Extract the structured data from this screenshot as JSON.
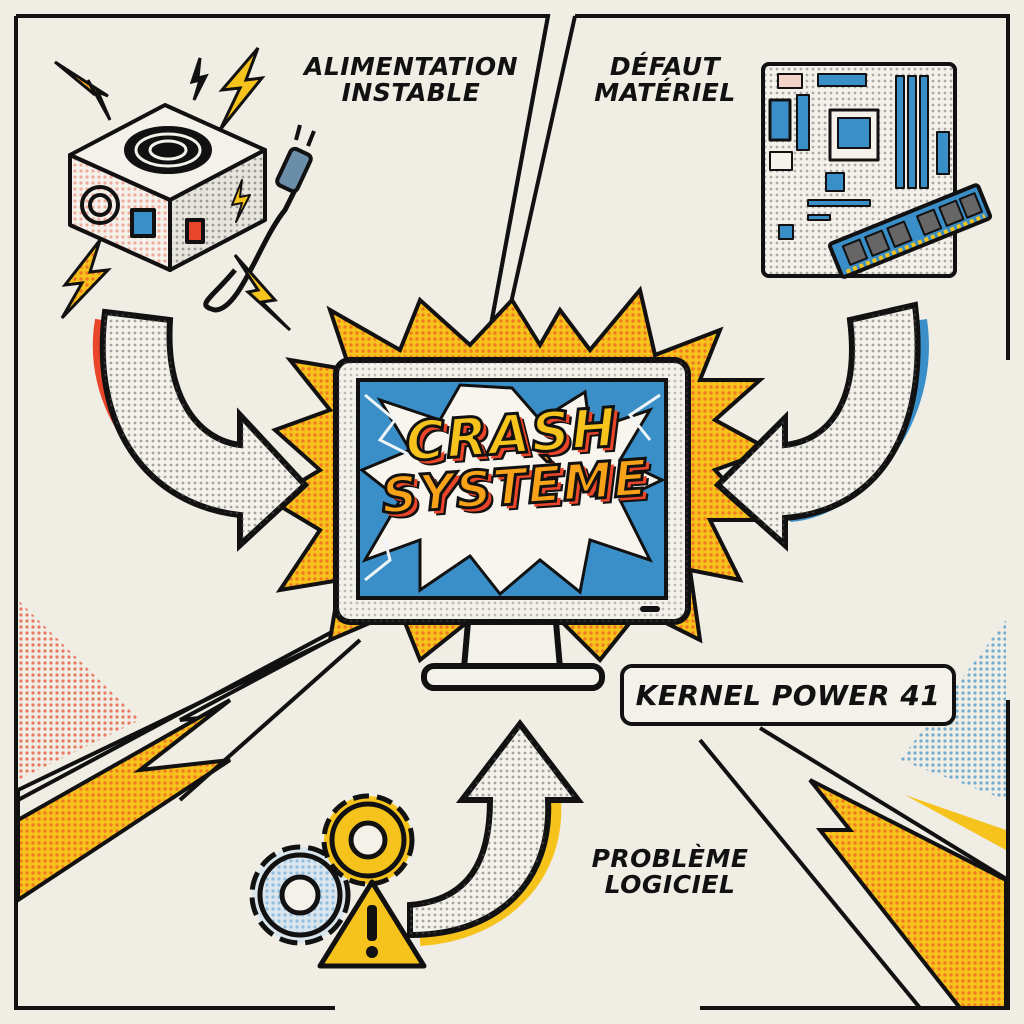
{
  "illustration": {
    "theme": "comic pop-art diagram",
    "center": {
      "title_line1": "CRASH",
      "title_line2": "SYSTÈME",
      "icon": "monitor-icon"
    },
    "badge": {
      "text": "KERNEL POWER 41"
    },
    "causes": [
      {
        "id": "power",
        "label": "ALIMENTATION INSTABLE",
        "line1": "ALIMENTATION",
        "line2": "INSTABLE",
        "icon": "power-supply-icon",
        "accent": "#e9452a"
      },
      {
        "id": "hardware",
        "label": "DÉFAUT MATÉRIEL",
        "line1": "DÉFAUT",
        "line2": "MATÉRIEL",
        "icon": "motherboard-icon",
        "accent": "#3b8fc8"
      },
      {
        "id": "software",
        "label": "PROBLÈME LOGICIEL",
        "line1": "PROBLÈME",
        "line2": "LOGICIEL",
        "icon": "gears-warning-icon",
        "accent": "#f6c31c"
      }
    ]
  },
  "colors": {
    "background": "#efede4",
    "outline": "#111111",
    "red": "#e9452a",
    "blue": "#3b8fc8",
    "yellow": "#f6c31c",
    "orange": "#f8a21a"
  }
}
